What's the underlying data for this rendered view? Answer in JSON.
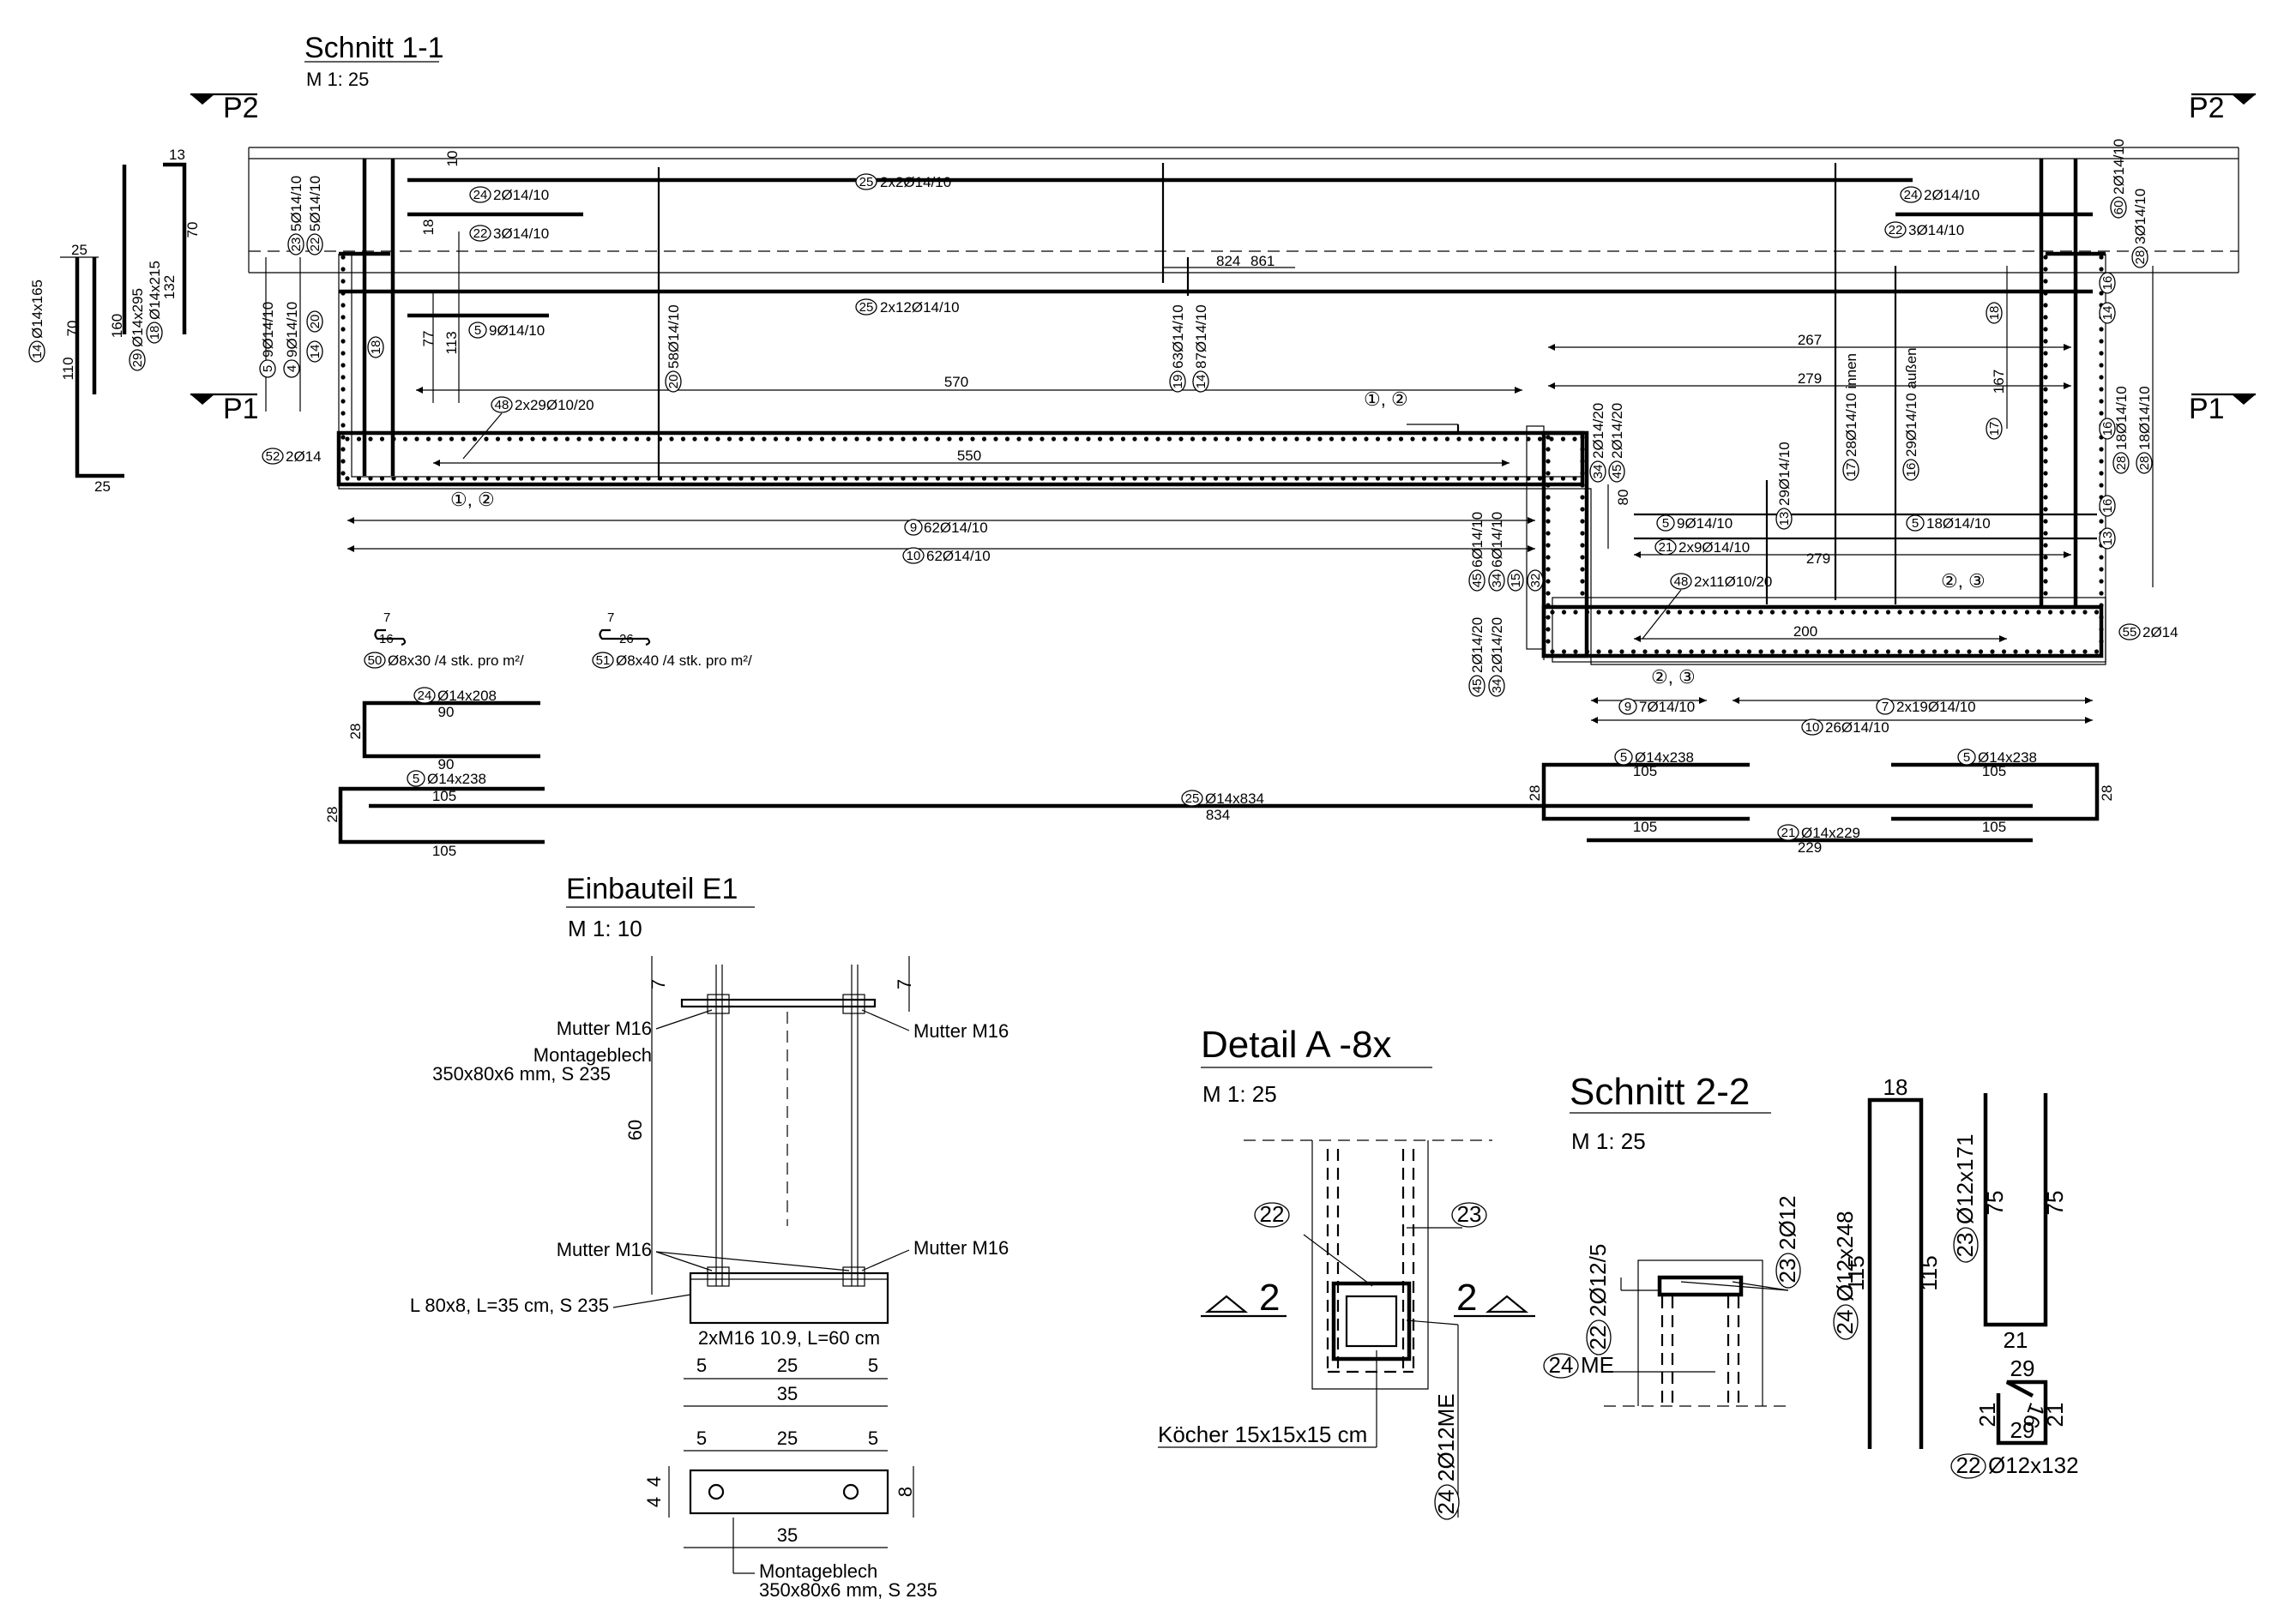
{
  "section_1_1": {
    "title": "Schnitt 1-1",
    "scale": "M 1: 25",
    "marker_p1": "P1",
    "marker_p2": "P2",
    "labels": {
      "l25_top": "2x2Ø14/10",
      "l25_mid": "2x12Ø14/10",
      "l24_left": "2Ø14/10",
      "l22_left": "3Ø14/10",
      "l5_left": "9Ø14/10",
      "l24_right": "2Ø14/10",
      "l22_right": "3Ø14/10",
      "l48_left": "2x29Ø10/20",
      "l52": "2Ø14",
      "l9": "62Ø14/10",
      "l10": "62Ø14/10",
      "l5_right_a": "9Ø14/10",
      "l21": "2x9Ø14/10",
      "l5_right_b": "18Ø14/10",
      "l48_right": "2x11Ø10/20",
      "l55": "2Ø14",
      "l9_bottom": "7Ø14/10",
      "l7": "2x19Ø14/10",
      "l10_bottom": "26Ø14/10",
      "v23": "5Ø14/10",
      "v22": "5Ø14/10",
      "v5": "9Ø14/10",
      "v4": "9Ø14/10",
      "v20": "58Ø14/10",
      "v19": "63Ø14/10",
      "v14": "87Ø14/10",
      "v13": "29Ø14/10",
      "v17": "28Ø14/10 innen",
      "v16": "29Ø14/10 außen",
      "v34_top": "2Ø14/20",
      "v45_top": "2Ø14/20",
      "v45_mid": "6Ø14/10",
      "v34_mid": "6Ø14/10",
      "v45_bot": "2Ø14/20",
      "v34_bot": "2Ø14/20",
      "v60": "2Ø14/10",
      "v28_top": "3Ø14/10",
      "v28_a": "18Ø14/10",
      "v28_b": "18Ø14/10",
      "ref_1_2": "①, ②",
      "ref_2_3": "②, ③"
    },
    "dims": {
      "d570": "570",
      "d550": "550",
      "d824": "824",
      "d861": "861",
      "d267": "267",
      "d279a": "279",
      "d279b": "279",
      "d200": "200",
      "d167": "167",
      "d80": "80",
      "d77": "77",
      "d113": "113",
      "d18": "18",
      "d10": "10"
    }
  },
  "bar_shapes": {
    "left_13": "13",
    "left_70": "70",
    "left_25_top": "25",
    "left_25_bot": "25",
    "left_110": "110",
    "left_160": "160",
    "left_132": "132",
    "left_70b": "70",
    "b14": "Ø14x165",
    "b29": "Ø14x295",
    "b18": "Ø14x215",
    "clip50": "Ø8x30 /4 stk. pro m²/",
    "clip51": "Ø8x40 /4 stk. pro m²/",
    "clip50_a": "7",
    "clip50_b": "16",
    "clip51_a": "7",
    "clip51_b": "26",
    "b24": "Ø14x208",
    "b24_90a": "90",
    "b24_90b": "90",
    "b24_28": "28",
    "b5_left": "Ø14x238",
    "b5_105a": "105",
    "b5_105b": "105",
    "b5_28": "28",
    "b25": "Ø14x834",
    "b25_len": "834",
    "b5_mid": "Ø14x238",
    "b5_right": "Ø14x238",
    "b105_1": "105",
    "b105_2": "105",
    "b105_3": "105",
    "b105_4": "105",
    "b21": "Ø14x229",
    "b21_len": "229",
    "b28_left": "28",
    "b28_right": "28"
  },
  "einbauteil": {
    "title": "Einbauteil  E1",
    "scale": "M 1:  10",
    "mutter_tl": "Mutter M16",
    "mutter_tr": "Mutter M16",
    "montageblech_1": "Montageblech",
    "montageblech_2": "350x80x6 mm, S 235",
    "mutter_bl": "Mutter M16",
    "mutter_br": "Mutter M16",
    "angle": "L 80x8, L=35 cm, S 235",
    "bolts": "2xM16 10.9, L=60 cm",
    "d7a": "7",
    "d7b": "7",
    "d60": "60",
    "d5a": "5",
    "d25a": "25",
    "d5b": "5",
    "d35a": "35",
    "d5c": "5",
    "d25b": "25",
    "d5d": "5",
    "d35b": "35",
    "d4a": "4",
    "d4b": "4",
    "d8": "8",
    "plate_1": "Montageblech",
    "plate_2": "350x80x6 mm, S 235"
  },
  "detail_a": {
    "title": "Detail  A -8x",
    "scale": "M 1:  25",
    "c22": "22",
    "c23": "23",
    "mark_left": "2",
    "mark_right": "2",
    "koecher": "Köcher 15x15x15 cm",
    "v24": "2Ø12ME"
  },
  "section_2_2": {
    "title": "Schnitt 2-2",
    "scale": "M 1:  25",
    "v23": "2Ø12",
    "v22": "2Ø12/5",
    "l24": "ME"
  },
  "shapes_right": {
    "s18": "18",
    "s115a": "115",
    "s115b": "115",
    "s24": "Ø12x248",
    "s75a": "75",
    "s75b": "75",
    "s23": "Ø12x171",
    "s21": "21",
    "s29a": "29",
    "s16": "16",
    "s21a": "21",
    "s21b": "21",
    "s29b": "29",
    "s22": "Ø12x132"
  },
  "circle_numbers": {
    "n1": "1",
    "n2": "2",
    "n3": "3",
    "n4": "4",
    "n5": "5",
    "n7": "7",
    "n9": "9",
    "n10": "10",
    "n13": "13",
    "n14": "14",
    "n15": "15",
    "n16": "16",
    "n17": "17",
    "n18": "18",
    "n19": "19",
    "n20": "20",
    "n21": "21",
    "n22": "22",
    "n23": "23",
    "n24": "24",
    "n25": "25",
    "n28": "28",
    "n29": "29",
    "n32": "32",
    "n34": "34",
    "n45": "45",
    "n48": "48",
    "n50": "50",
    "n51": "51",
    "n52": "52",
    "n55": "55",
    "n60": "60"
  }
}
